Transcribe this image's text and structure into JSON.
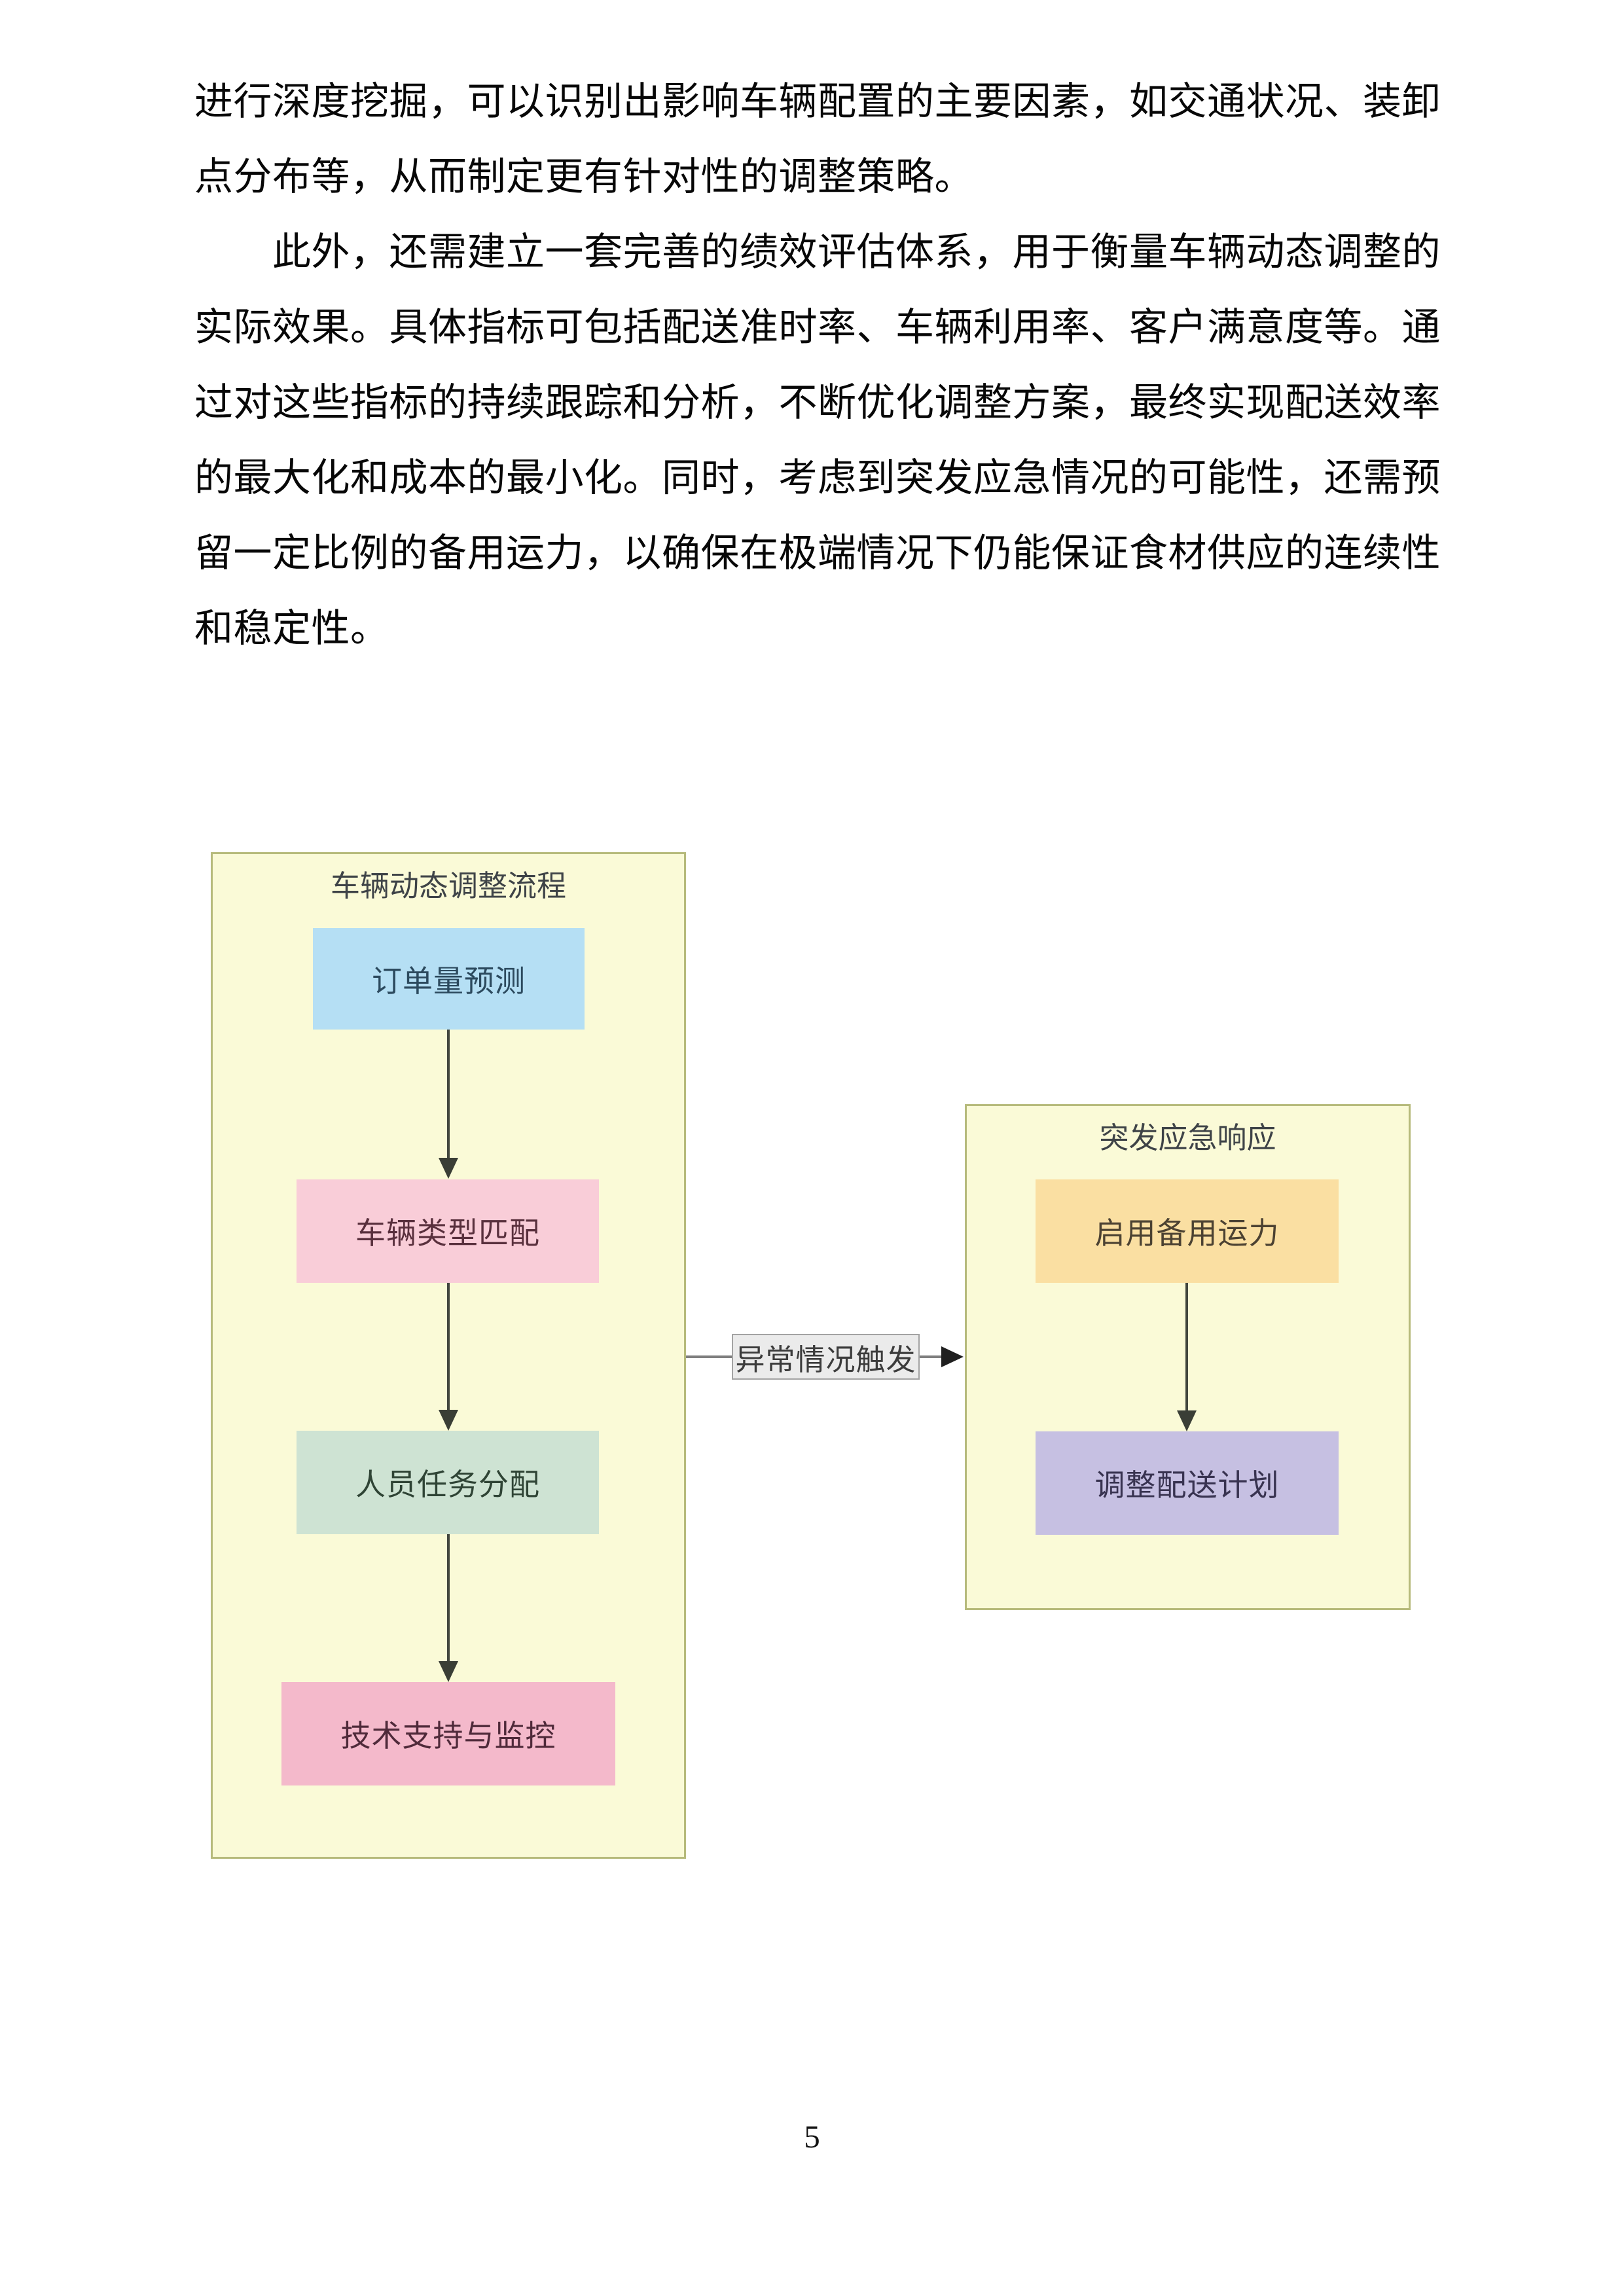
{
  "document": {
    "lines": [
      "进行深度挖掘，可以识别出影响车辆配置的主要因素，如交通状况、装卸",
      "点分布等，从而制定更有针对性的调整策略。",
      "　　此外，还需建立一套完善的绩效评估体系，用于衡量车辆动态调整的",
      "实际效果。具体指标可包括配送准时率、车辆利用率、客户满意度等。通",
      "过对这些指标的持续跟踪和分析，不断优化调整方案，最终实现配送效率",
      "的最大化和成本的最小化。同时，考虑到突发应急情况的可能性，还需预",
      "留一定比例的备用运力，以确保在极端情况下仍能保证食材供应的连续性",
      "和稳定性。"
    ],
    "page_number": "5"
  },
  "diagram": {
    "container_bg": "#FAFAD7",
    "container_border": "#B6BA7B",
    "arrow_color": "#42463E",
    "left_container": {
      "title": "车辆动态调整流程",
      "boxes": [
        {
          "label": "订单量预测",
          "bg": "#B5DFF4",
          "fg": "#2C4A5E"
        },
        {
          "label": "车辆类型匹配",
          "bg": "#F9CDD8",
          "fg": "#59303D"
        },
        {
          "label": "人员任务分配",
          "bg": "#CEE3D3",
          "fg": "#2F4435"
        },
        {
          "label": "技术支持与监控",
          "bg": "#F4B9CB",
          "fg": "#4F2A3A"
        }
      ]
    },
    "right_container": {
      "title": "突发应急响应",
      "boxes": [
        {
          "label": "启用备用运力",
          "bg": "#FADFA2",
          "fg": "#4C4232"
        },
        {
          "label": "调整配送计划",
          "bg": "#C6C0E2",
          "fg": "#383350"
        }
      ]
    },
    "connector": {
      "label": "异常情况触发",
      "bg": "#EBEBEB",
      "border": "#A3A3A3",
      "fg": "#3C3C3C"
    }
  }
}
